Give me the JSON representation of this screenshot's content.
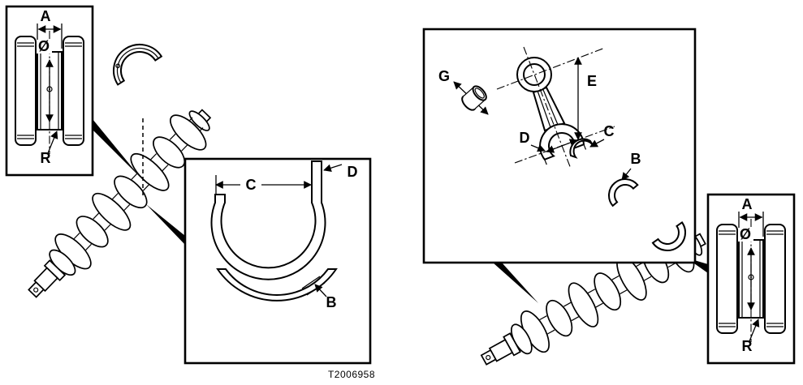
{
  "colors": {
    "ink": "#000000",
    "paper": "#ffffff"
  },
  "figure": {
    "code": "T2006958"
  },
  "labels": {
    "journal": {
      "width": "A",
      "diameter": "Ø",
      "fillet_radius": "R"
    },
    "main_bearing": {
      "bore": "C",
      "wall": "D",
      "thickness": "B"
    },
    "connecting_rod": {
      "bushing": "G",
      "center_distance": "E",
      "bore": "D",
      "shell": "C",
      "shell_thickness": "B"
    }
  }
}
